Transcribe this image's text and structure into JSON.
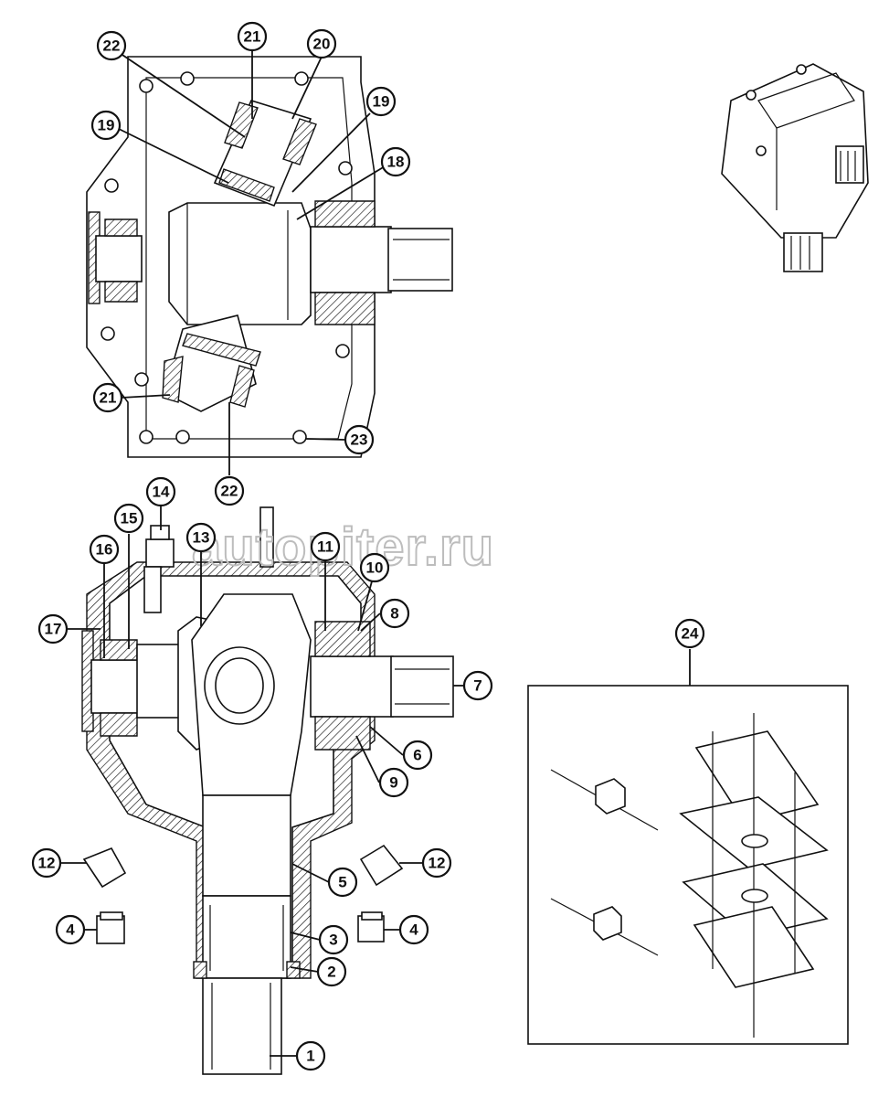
{
  "watermark": "autopiter.ru",
  "callouts": {
    "c1": "1",
    "c2": "2",
    "c3": "3",
    "c4a": "4",
    "c4b": "4",
    "c5": "5",
    "c6": "6",
    "c7": "7",
    "c8": "8",
    "c9": "9",
    "c10": "10",
    "c11": "11",
    "c12a": "12",
    "c12b": "12",
    "c13": "13",
    "c14": "14",
    "c15": "15",
    "c16": "16",
    "c17": "17",
    "c18": "18",
    "c19a": "19",
    "c19b": "19",
    "c20": "20",
    "c21a": "21",
    "c21b": "21",
    "c22a": "22",
    "c22b": "22",
    "c23": "23",
    "c24": "24"
  }
}
